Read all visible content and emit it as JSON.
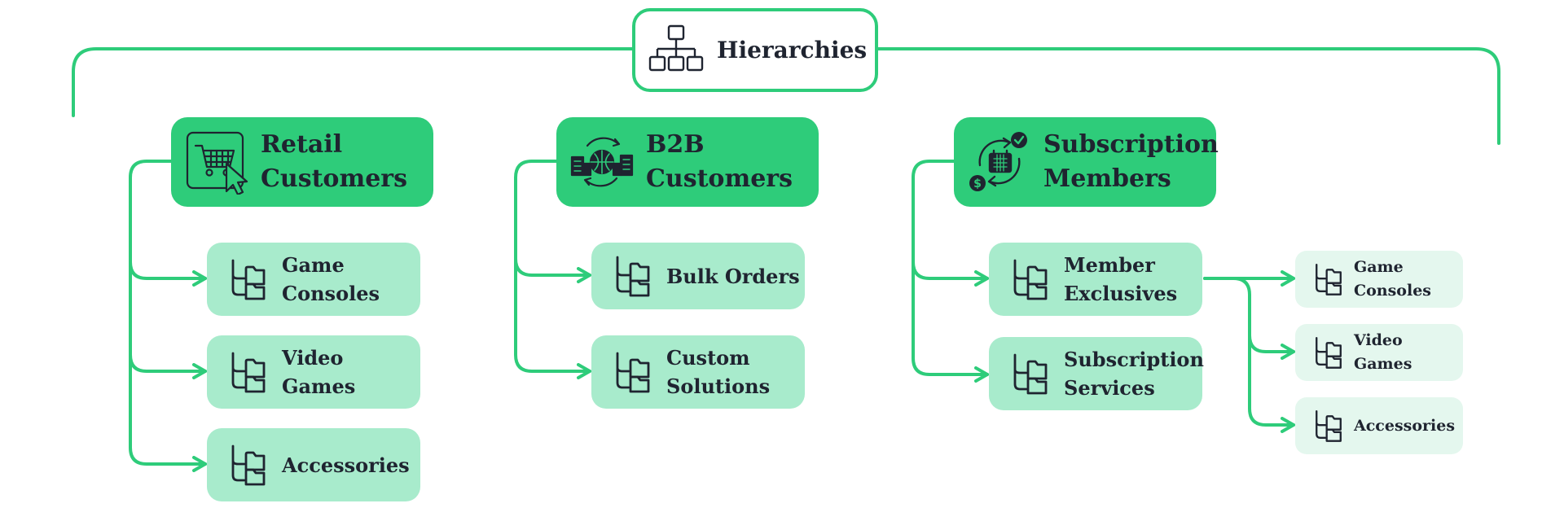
{
  "colors": {
    "accent": "#2ecc7a",
    "category_fill": "#2ecc7a",
    "sub_fill": "#a8ebcc",
    "leaf_fill": "#e4f7ee",
    "text": "#1f2430"
  },
  "root": {
    "title": "Hierarchies",
    "icon": "org-chart-icon"
  },
  "categories": [
    {
      "line1": "Retail",
      "line2": "Customers",
      "icon": "shopping-cart-cursor-icon",
      "children": [
        {
          "line1": "Game",
          "line2": "Consoles",
          "icon": "folder-tree-icon"
        },
        {
          "line1": "Video Games",
          "line2": "",
          "icon": "folder-tree-icon"
        },
        {
          "line1": "Accessories",
          "line2": "",
          "icon": "folder-tree-icon"
        }
      ]
    },
    {
      "line1": "B2B",
      "line2": "Customers",
      "icon": "global-buildings-icon",
      "children": [
        {
          "line1": "Bulk Orders",
          "line2": "",
          "icon": "folder-tree-icon"
        },
        {
          "line1": "Custom",
          "line2": "Solutions",
          "icon": "folder-tree-icon"
        }
      ]
    },
    {
      "line1": "Subscription",
      "line2": "Members",
      "icon": "subscription-cycle-icon",
      "children": [
        {
          "line1": "Member",
          "line2": "Exclusives",
          "icon": "folder-tree-icon",
          "children": [
            {
              "line1": "Game",
              "line2": "Consoles",
              "icon": "folder-tree-icon"
            },
            {
              "line1": "Video Games",
              "line2": "",
              "icon": "folder-tree-icon"
            },
            {
              "line1": "Accessories",
              "line2": "",
              "icon": "folder-tree-icon"
            }
          ]
        },
        {
          "line1": "Subscription",
          "line2": "Services",
          "icon": "folder-tree-icon"
        }
      ]
    }
  ]
}
